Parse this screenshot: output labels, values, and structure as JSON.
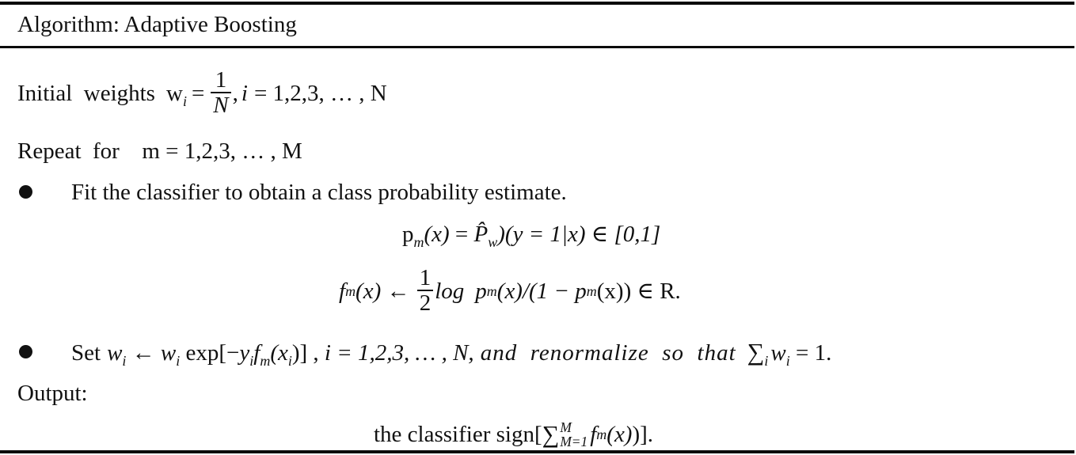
{
  "algorithm": {
    "title": "Algorithm: Adaptive Boosting",
    "init": {
      "label": "Initial  weights",
      "var": "w",
      "var_sub": "i",
      "eq": "=",
      "frac_num": "1",
      "frac_den": "N",
      "tail_comma": ",",
      "index": "i",
      "range": "= 1,2,3, … , N"
    },
    "repeat": {
      "label": "Repeat  for",
      "expr": "m = 1,2,3, … , M"
    },
    "step1": {
      "bullet": "●",
      "text": "Fit the classifier to obtain a class probability estimate.",
      "formula1": {
        "lhs_p": "p",
        "lhs_sub": "m",
        "lhs_arg": "(x)",
        "eq": " = ",
        "phat": "P̂",
        "phat_sub": "w",
        "rhs": ")(y = 1|x) ∈ [0,1]"
      },
      "formula2": {
        "lhs_f": "f",
        "lhs_sub": "m",
        "lhs_arg": "(x) ← ",
        "frac_num": "1",
        "frac_den": "2",
        "log": "log",
        "p1": "p",
        "p1_sub": "m",
        "p1_arg": "(x)/(1 − ",
        "p2": "p",
        "p2_sub": "m",
        "p2_arg": "(x)) ∈ R."
      }
    },
    "step2": {
      "bullet": "●",
      "set_label": "Set",
      "w1": "w",
      "w1_sub": "i",
      "arrow": " ← ",
      "w2": "w",
      "w2_sub": "i",
      "exp": " exp[−",
      "y": "y",
      "y_sub": "i",
      "f": "f",
      "f_sub": "m",
      "x_open": "(x",
      "x_sub": "i",
      "x_close": ")] , ",
      "range": "i = 1,2,3, … , N,",
      "tail_words": "and  renormalize  so  that",
      "sum": "∑",
      "sum_sub": "i",
      "sum_w": "w",
      "sum_w_sub": "i",
      "sum_eq": " = 1."
    },
    "output": {
      "label": "Output:",
      "prefix": "the classifier sign[",
      "sum": "∑",
      "sum_sup": "M",
      "sum_sub": "M=1",
      "f": "f",
      "f_sub": "m",
      "f_arg": "(x)",
      "close": ")]."
    }
  }
}
